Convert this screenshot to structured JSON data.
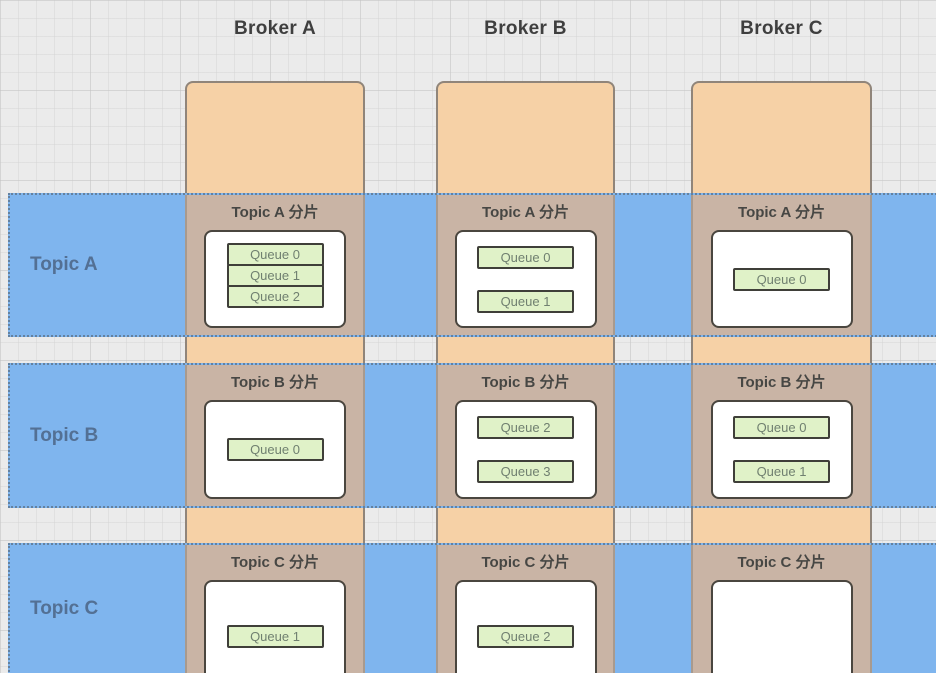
{
  "diagram": {
    "brokers": [
      {
        "label": "Broker A"
      },
      {
        "label": "Broker B"
      },
      {
        "label": "Broker C"
      }
    ],
    "rows": [
      {
        "topic_label": "Topic A",
        "cells": [
          {
            "shard_label": "Topic A 分片",
            "layout": "stack",
            "queues": [
              {
                "label": "Queue 0"
              },
              {
                "label": "Queue 1"
              },
              {
                "label": "Queue 2"
              }
            ]
          },
          {
            "shard_label": "Topic A 分片",
            "layout": "spread",
            "queues": [
              {
                "label": "Queue 0"
              },
              {
                "label": "Queue 1"
              }
            ]
          },
          {
            "shard_label": "Topic A 分片",
            "layout": "center",
            "queues": [
              {
                "label": "Queue 0"
              }
            ]
          }
        ]
      },
      {
        "topic_label": "Topic B",
        "cells": [
          {
            "shard_label": "Topic B 分片",
            "layout": "center",
            "queues": [
              {
                "label": "Queue 0"
              }
            ]
          },
          {
            "shard_label": "Topic B 分片",
            "layout": "spread",
            "queues": [
              {
                "label": "Queue 2"
              },
              {
                "label": "Queue 3"
              }
            ]
          },
          {
            "shard_label": "Topic B 分片",
            "layout": "spread",
            "queues": [
              {
                "label": "Queue 0"
              },
              {
                "label": "Queue 1"
              }
            ]
          }
        ]
      },
      {
        "topic_label": "Topic C",
        "cells": [
          {
            "shard_label": "Topic C 分片",
            "layout": "center",
            "queues": [
              {
                "label": "Queue 1"
              }
            ]
          },
          {
            "shard_label": "Topic C 分片",
            "layout": "center",
            "queues": [
              {
                "label": "Queue 2"
              }
            ]
          },
          {
            "shard_label": "Topic C 分片",
            "layout": "empty",
            "queues": []
          }
        ]
      }
    ],
    "colors": {
      "broker_fill": "#f6d1a6",
      "broker_border": "#90857a",
      "band_fill": "#7fb5ee",
      "band_dot": "#64819f",
      "cell_fill": "#c9b4a5",
      "cell_edge": "#a89a8e",
      "box_fill": "#ffffff",
      "box_border": "#4a463f",
      "queue_fill": "#e0f2c8",
      "queue_border": "#3f3f39",
      "queue_text": "#708070",
      "topic_text": "#537094",
      "header_text": "#3f3f3f",
      "shard_text": "#474744"
    }
  }
}
